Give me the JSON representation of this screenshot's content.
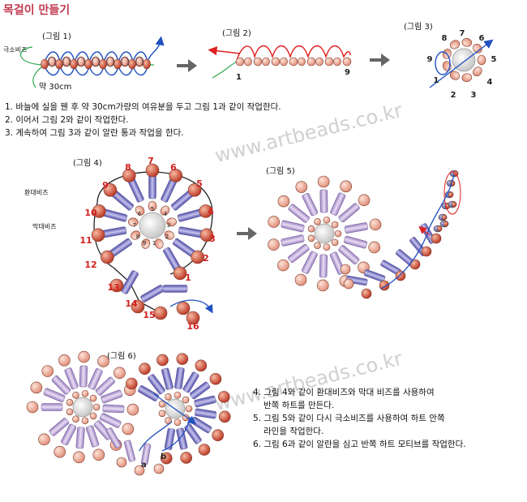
{
  "title": "목걸이 만들기",
  "figures": {
    "fig1": "(그림 1)",
    "fig2": "(그림 2)",
    "fig3": "(그림 3)",
    "fig4": "(그림 4)",
    "fig5": "(그림 5)",
    "fig6": "(그림 6)"
  },
  "labels": {
    "seed_bead": "극소비즈",
    "length": "약 30cm",
    "large_bead": "환대비즈",
    "tube_bead": "막대비즈",
    "fig2_start": "1",
    "fig2_end": "9",
    "fig6_a": "a",
    "fig6_b": "b"
  },
  "fig3_numbers": [
    "1",
    "2",
    "3",
    "4",
    "5",
    "6",
    "7",
    "8",
    "9"
  ],
  "fig4_outer_numbers": [
    "1",
    "2",
    "3",
    "4",
    "5",
    "6",
    "7",
    "8",
    "9",
    "10",
    "11",
    "12",
    "13",
    "14",
    "15",
    "16"
  ],
  "fig4_inner_numbers": [
    "1",
    "2",
    "3",
    "4",
    "5",
    "6",
    "7",
    "8",
    "9"
  ],
  "steps_top": [
    "1. 바늘에 실을 꿴 후 약 30cm가량의 여유분을 두고 그림 1과 같이 작업한다.",
    "2. 이어서 그림 2와 같이 작업한다.",
    "3. 계속하여 그림 3과 같이 알란 통과 작업을 한다."
  ],
  "steps_bottom": [
    "4. 그림 4와 같이 환대비즈와 막대 비즈를 사용하여",
    "반쪽 하트를 만든다.",
    "5. 그림 5와 같이 다시 극소비즈를 사용하여 하트 안쪽",
    "라인을 작업한다.",
    "6. 그림 6과 같이 알란을 심고 반쪽 하트 모티브를 작업한다."
  ],
  "watermark": "www.artbeads.co.kr",
  "colors": {
    "title": "#c0394f",
    "bead_blue": "#3f5fb0",
    "bead_pink": "#e59a86",
    "bead_red": "#c8402c",
    "tube_purple": "#b9a0d0",
    "thread_red": "#e02020",
    "thread_blue": "#2050c0",
    "arrow_gray": "#666666"
  }
}
